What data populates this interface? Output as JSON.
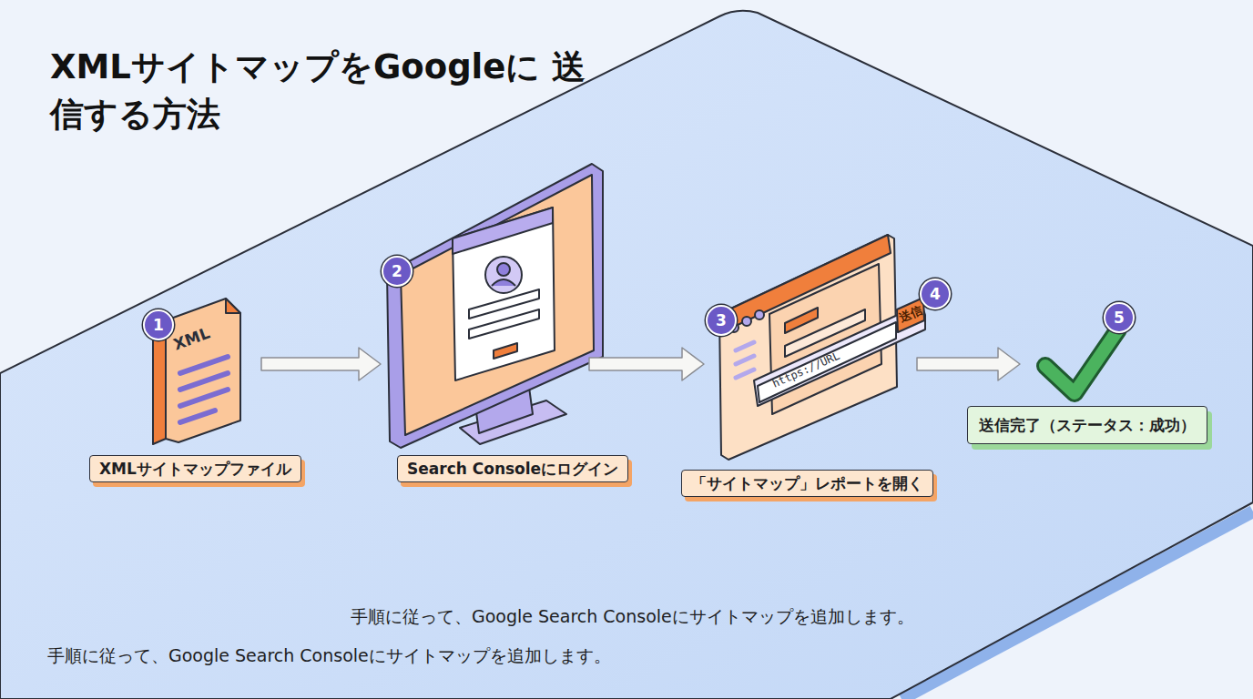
{
  "diagram": {
    "title": "XMLサイトマップをGoogleに 送信する方法",
    "caption": "手順に従って、Google Search Consoleにサイトマップを追加します。",
    "nodes": [
      {
        "text": [
          "XMLサイトマップファイル"
        ]
      },
      {
        "text": [
          "Search Consoleにログイン"
        ]
      },
      {
        "text": [
          "「サイトマップ」レポートを開く"
        ]
      },
      {
        "text": [
          "送信完了（ステータス：成功）"
        ]
      }
    ],
    "edges": [
      {
        "from": 0,
        "to": 1,
        "arrow": "to"
      },
      {
        "from": 1,
        "to": 2,
        "arrow": "to"
      },
      {
        "from": 2,
        "to": 3,
        "arrow": "to"
      }
    ],
    "labels": [
      "1",
      "XML",
      "2",
      "3",
      "https://URL",
      "送信",
      "4",
      "5",
      "手順に従って、Google Search Consoleにサイトマップを追加します。"
    ]
  }
}
